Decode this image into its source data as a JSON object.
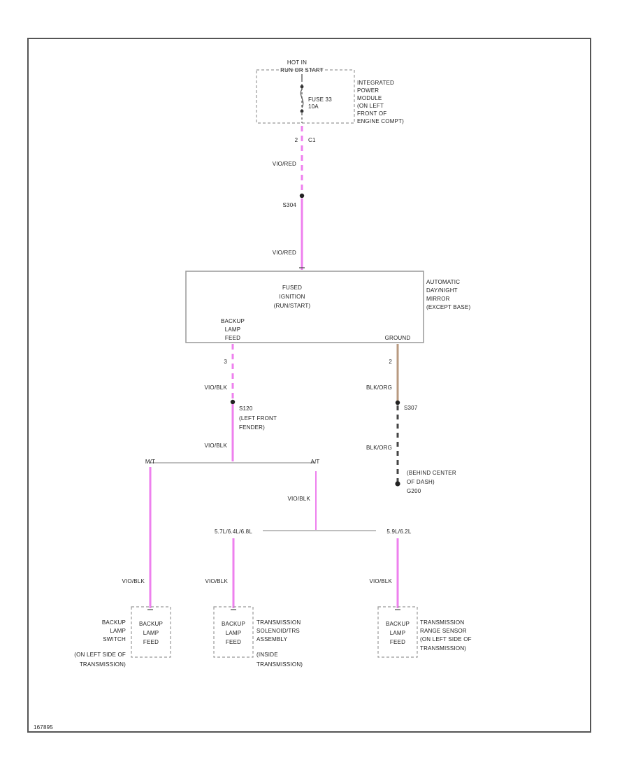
{
  "diagram_id": "167895",
  "colors": {
    "violet_red": "#ee80ee",
    "wire_black": "#444444",
    "ground_tan": "#b89a80",
    "line": "#999999"
  },
  "power_source": {
    "hot_label_1": "HOT IN",
    "hot_label_2": "RUN OR START",
    "fuse_1": "FUSE 33",
    "fuse_2": "10A",
    "connector": "C1",
    "pin": "2"
  },
  "ipm": {
    "line1": "INTEGRATED",
    "line2": "POWER",
    "line3": "MODULE",
    "line4": "(ON LEFT",
    "line5": "FRONT OF",
    "line6": "ENGINE COMPT)"
  },
  "wires": {
    "vio_red_1": "VIO/RED",
    "vio_red_2": "VIO/RED",
    "vio_blk_1": "VIO/BLK",
    "vio_blk_2": "VIO/BLK",
    "vio_blk_3": "VIO/BLK",
    "vio_blk_4": "VIO/BLK",
    "vio_blk_5": "VIO/BLK",
    "vio_blk_6": "VIO/BLK",
    "blk_org_1": "BLK/ORG",
    "blk_org_2": "BLK/ORG"
  },
  "splices": {
    "s304": "S304",
    "s120_1": "S120",
    "s120_2": "(LEFT FRONT",
    "s120_3": "FENDER)",
    "s307": "S307"
  },
  "module": {
    "line1": "FUSED",
    "line2": "IGNITION",
    "line3": "(RUN/START)",
    "pin_label_1": "BACKUP",
    "pin_label_2": "LAMP",
    "pin_label_3": "FEED",
    "ground_label": "GROUND",
    "pin_left": "3",
    "pin_right": "2"
  },
  "module_name": {
    "line1": "AUTOMATIC",
    "line2": "DAY/NIGHT",
    "line3": "MIRROR",
    "line4": "(EXCEPT BASE)"
  },
  "ground": {
    "line1": "(BEHIND CENTER",
    "line2": "OF DASH)",
    "line3": "G200"
  },
  "branches": {
    "mt": "M/T",
    "at": "A/T",
    "transmission_1": "5.7L/6.4L/6.8L",
    "transmission_2": "5.9L/6.2L"
  },
  "loads": {
    "left": {
      "box1": "BACKUP",
      "box2": "LAMP",
      "box3": "FEED",
      "name1": "BACKUP",
      "name2": "LAMP",
      "name3": "SWITCH",
      "name4": "(ON LEFT SIDE OF",
      "name5": "TRANSMISSION)"
    },
    "middle": {
      "box1": "BACKUP",
      "box2": "LAMP",
      "box3": "FEED",
      "name1": "TRANSMISSION",
      "name2": "SOLENOID/TRS",
      "name3": "ASSEMBLY",
      "name4": "(INSIDE",
      "name5": "TRANSMISSION)"
    },
    "right": {
      "box1": "BACKUP",
      "box2": "LAMP",
      "box3": "FEED",
      "name1": "TRANSMISSION",
      "name2": "RANGE SENSOR",
      "name3": "(ON LEFT SIDE OF",
      "name4": "TRANSMISSION)"
    }
  }
}
